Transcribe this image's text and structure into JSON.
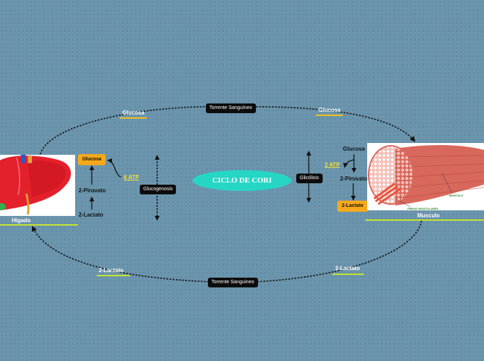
{
  "center": {
    "title": "CICLO DE CORI"
  },
  "top_flow": {
    "stream": "Torrente Sanguíneo",
    "left_glucose": "Glucosa",
    "right_glucose": "Glucosa"
  },
  "bottom_flow": {
    "stream": "Torrente Sanguíneo",
    "left_lactate": "2-Lactato",
    "right_lactate": "2-Lactato"
  },
  "liver": {
    "label": "Hígado",
    "glucose": "Glucosa",
    "pyruvate": "2-Piruvato",
    "lactate": "2-Lactato",
    "atp": "6 ATP",
    "process": "Glucogenosis"
  },
  "muscle": {
    "label": "Musculo",
    "glucose": "Glucosa",
    "pyruvate": "2-Piruvato",
    "lactate": "2-Lactato",
    "atp": "2 ATP",
    "process": "Glicólisis",
    "image_caption_fibers": "FIBRAS MUSCULARES",
    "image_caption_muscle": "MUSCULO"
  },
  "colors": {
    "background": "#6b95ad",
    "center_oval": "#26d6c4",
    "accent_yellow": "#f5e23a",
    "accent_green": "#c9e52a",
    "orange_box": "#f7a81b",
    "dark_pill": "#0c0c0c"
  }
}
